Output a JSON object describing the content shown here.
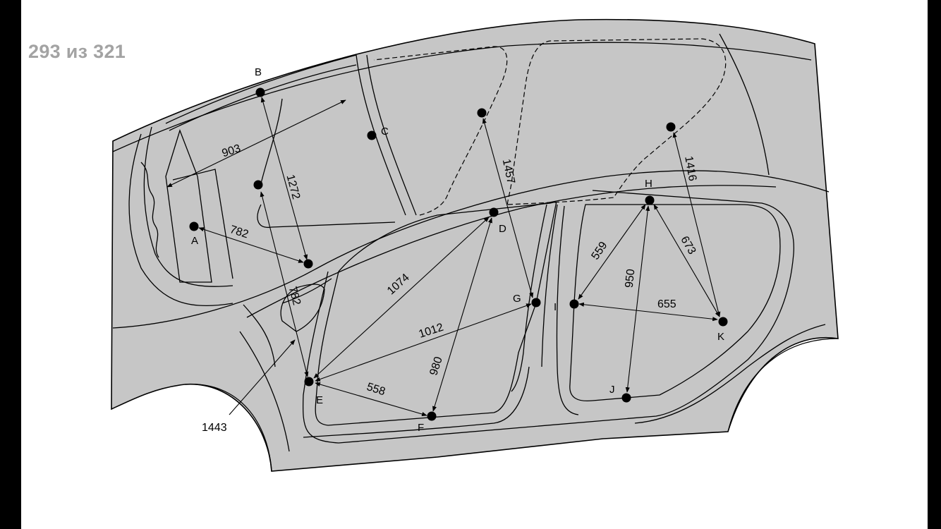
{
  "viewer": {
    "page_counter": "293 из 321"
  },
  "colors": {
    "body_fill": "#c6c6c6",
    "line": "#000000",
    "page_bg": "#ffffff",
    "counter_text": "#a3a3a3"
  },
  "points": {
    "A": "A",
    "B": "B",
    "C": "C",
    "D": "D",
    "E": "E",
    "F": "F",
    "G": "G",
    "H": "H",
    "I": "I",
    "J": "J",
    "K": "K"
  },
  "dimensions": {
    "d903": "903",
    "d1272": "1272",
    "d782_upper": "782",
    "d782_lower": "782",
    "d1457": "1457",
    "d1416": "1416",
    "d1074": "1074",
    "d1012": "1012",
    "d980": "980",
    "d558": "558",
    "d1443": "1443",
    "d559": "559",
    "d673": "673",
    "d950": "950",
    "d655": "655"
  }
}
